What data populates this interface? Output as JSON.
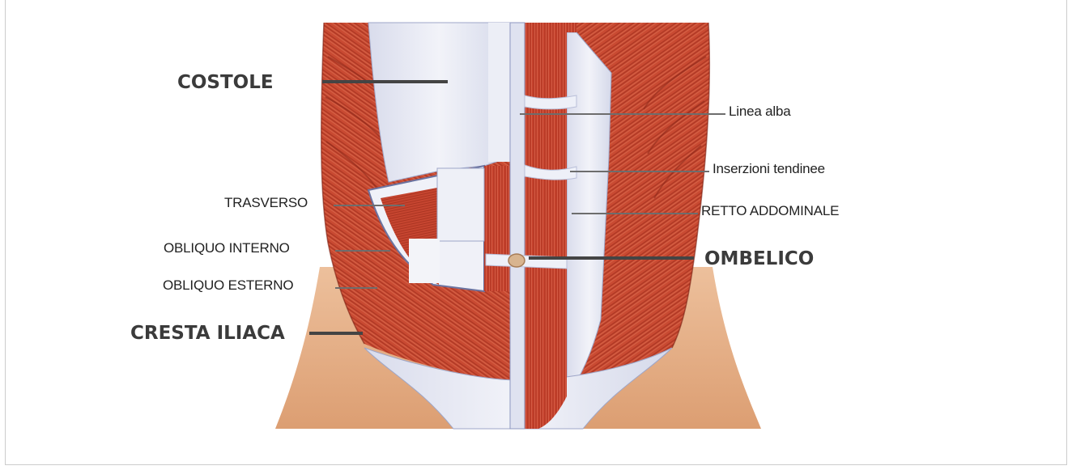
{
  "diagram": {
    "labels": {
      "costole": "COSTOLE",
      "linea_alba": "Linea alba",
      "inserzioni_tendinee": "Inserzioni tendinee",
      "trasverso": "TRASVERSO",
      "retto_addominale": "RETTO ADDOMINALE",
      "obliquo_interno": "OBLIQUO INTERNO",
      "ombelico": "OMBELICO",
      "obliquo_esterno": "OBLIQUO ESTERNO",
      "cresta_iliaca": "CRESTA ILIACA"
    },
    "colors": {
      "muscle": "#c8432e",
      "muscle_dark": "#9e2a1c",
      "muscle_light": "#e0735a",
      "fascia": "#e6e9f4",
      "fascia_shadow": "#b7bdd6",
      "skin": "#e8b088",
      "leader_bold": "#3f3f3f",
      "leader_thin": "#6a6a6a"
    }
  }
}
